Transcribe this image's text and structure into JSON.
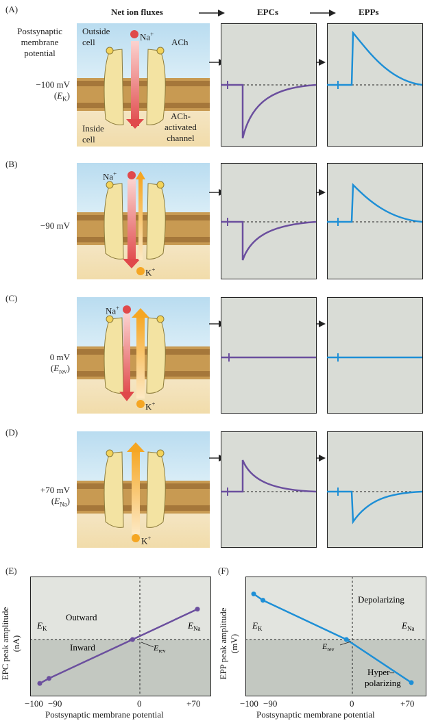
{
  "headers": {
    "net_ion_fluxes": "Net ion fluxes",
    "epcs": "EPCs",
    "epps": "EPPs"
  },
  "row_a": {
    "letter": "(A)",
    "postsyn_label_1": "Postsynaptic",
    "postsyn_label_2": "membrane",
    "postsyn_label_3": "potential",
    "potential": "−100 mV",
    "potential_sub_main": "E",
    "potential_sub": "K",
    "outside_1": "Outside",
    "outside_2": "cell",
    "inside_1": "Inside",
    "inside_2": "cell",
    "na": "Na",
    "ach": "ACh",
    "ach_channel_1": "ACh-",
    "ach_channel_2": "activated",
    "ach_channel_3": "channel"
  },
  "row_b": {
    "letter": "(B)",
    "potential": "−90 mV",
    "na": "Na",
    "k": "K"
  },
  "row_c": {
    "letter": "(C)",
    "potential": "0 mV",
    "potential_sub_main": "E",
    "potential_sub": "rev",
    "na": "Na",
    "k": "K"
  },
  "row_d": {
    "letter": "(D)",
    "potential": "+70 mV",
    "potential_sub_main": "E",
    "potential_sub": "Na",
    "k": "K"
  },
  "plot_e": {
    "letter": "(E)",
    "ylabel_1": "EPC peak amplitude",
    "ylabel_2": "(nA)",
    "xlabel": "Postsynaptic membrane potential",
    "outward": "Outward",
    "inward": "Inward",
    "ek_main": "E",
    "ek_sub": "K",
    "ena_main": "E",
    "ena_sub": "Na",
    "erev_main": "E",
    "erev_sub": "rev",
    "ticks": [
      "−100",
      "−90",
      "0",
      "+70"
    ]
  },
  "plot_f": {
    "letter": "(F)",
    "ylabel_1": "EPP peak amplitude",
    "ylabel_2": "(mV)",
    "xlabel": "Postsynaptic membrane potential",
    "depolarizing": "Depolarizing",
    "hyper_1": "Hyper–",
    "hyper_2": "polarizing",
    "ek_main": "E",
    "ek_sub": "K",
    "ena_main": "E",
    "ena_sub": "Na",
    "erev_main": "E",
    "erev_sub": "rev",
    "ticks": [
      "−100",
      "−90",
      "0",
      "+70"
    ]
  },
  "chart_data": [
    {
      "type": "line",
      "xlabel": "Postsynaptic membrane potential",
      "ylabel": "EPC peak amplitude (nA)",
      "x": [
        -100,
        -90,
        0,
        70
      ],
      "y": [
        -5.2,
        -4.6,
        0,
        3.6
      ]
    },
    {
      "type": "line",
      "xlabel": "Postsynaptic membrane potential",
      "ylabel": "EPP peak amplitude (mV)",
      "x": [
        -100,
        -90,
        0,
        70
      ],
      "y": [
        3.6,
        3.1,
        0,
        -3.4
      ]
    }
  ],
  "colors": {
    "epc": "#6b4f9e",
    "epp": "#1e8fd6",
    "graph_bg": "#d9dcd6",
    "na_arrow": "#e0494b",
    "k_arrow": "#f5a623"
  }
}
